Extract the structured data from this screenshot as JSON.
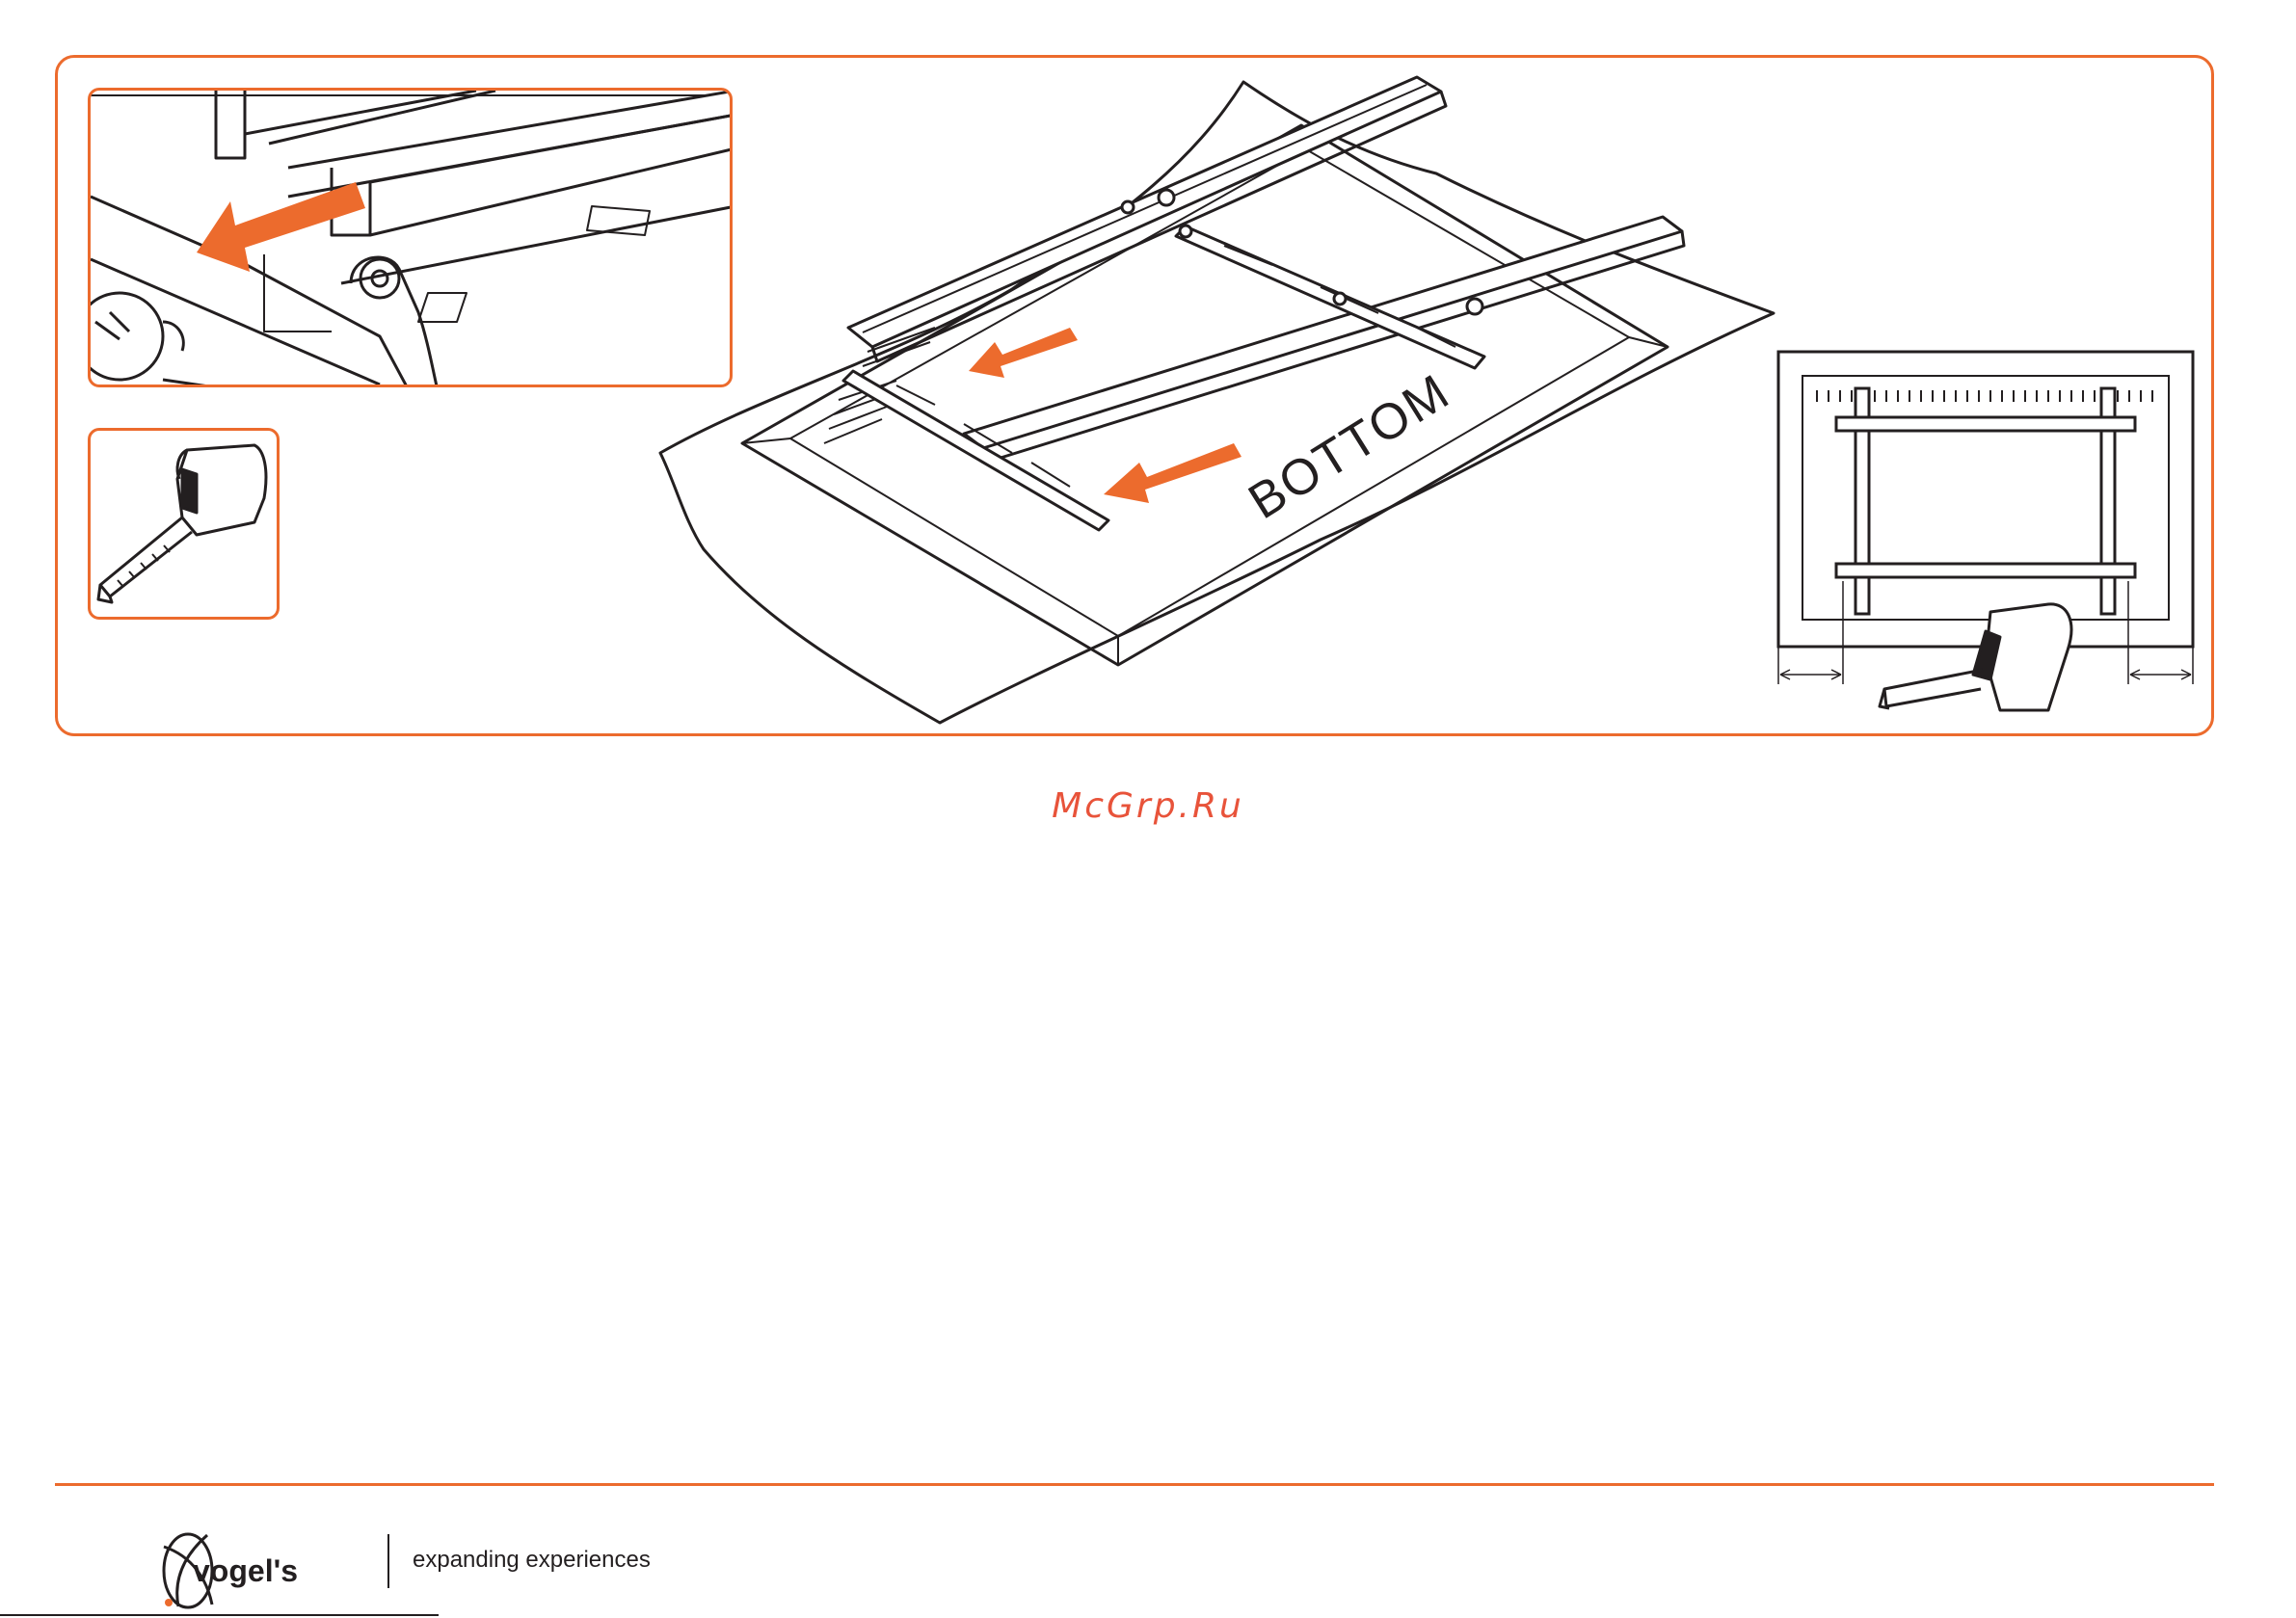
{
  "illustration": {
    "tv_label": "BOTTOM"
  },
  "watermark": {
    "text": "McGrp.Ru"
  },
  "footer": {
    "brand": "vogel's",
    "tagline": "expanding experiences"
  },
  "colors": {
    "accent": "#ec6b2d",
    "line": "#231f20"
  },
  "icons": [
    "arrow-icon",
    "tape-measure-icon",
    "logo-icon"
  ]
}
